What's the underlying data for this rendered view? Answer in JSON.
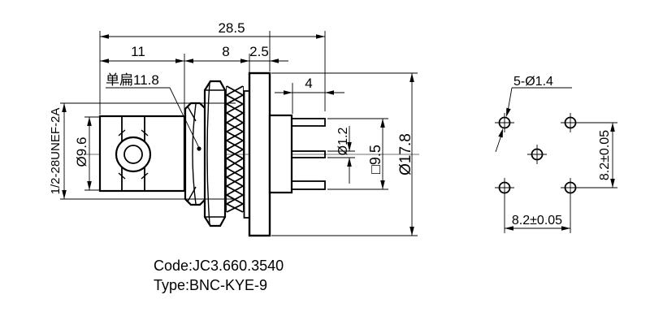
{
  "drawing": {
    "main_view": {
      "dim_overall_length": "28.5",
      "dim_shell_length": "11",
      "dim_mid_length": "8",
      "dim_plate_thickness": "2.5",
      "dim_pin_length": "4",
      "label_nut_flat": "单扁11.8",
      "label_thread": "1/2-28UNEF-2A",
      "dim_shell_dia": "Ø9.6",
      "dim_pin_dia": "Ø1.2",
      "dim_insulator_square": "□9.5",
      "dim_flange_dia": "Ø17.8"
    },
    "hole_view": {
      "label_holes": "5-Ø1.4",
      "dim_pitch_vertical": "8.2±0.05",
      "dim_pitch_horizontal": "8.2±0.05"
    },
    "title_block": {
      "code": "Code:JC3.660.3540",
      "type": "Type:BNC-KYE-9"
    },
    "colors": {
      "ink": "#000000",
      "background": "#ffffff"
    }
  }
}
